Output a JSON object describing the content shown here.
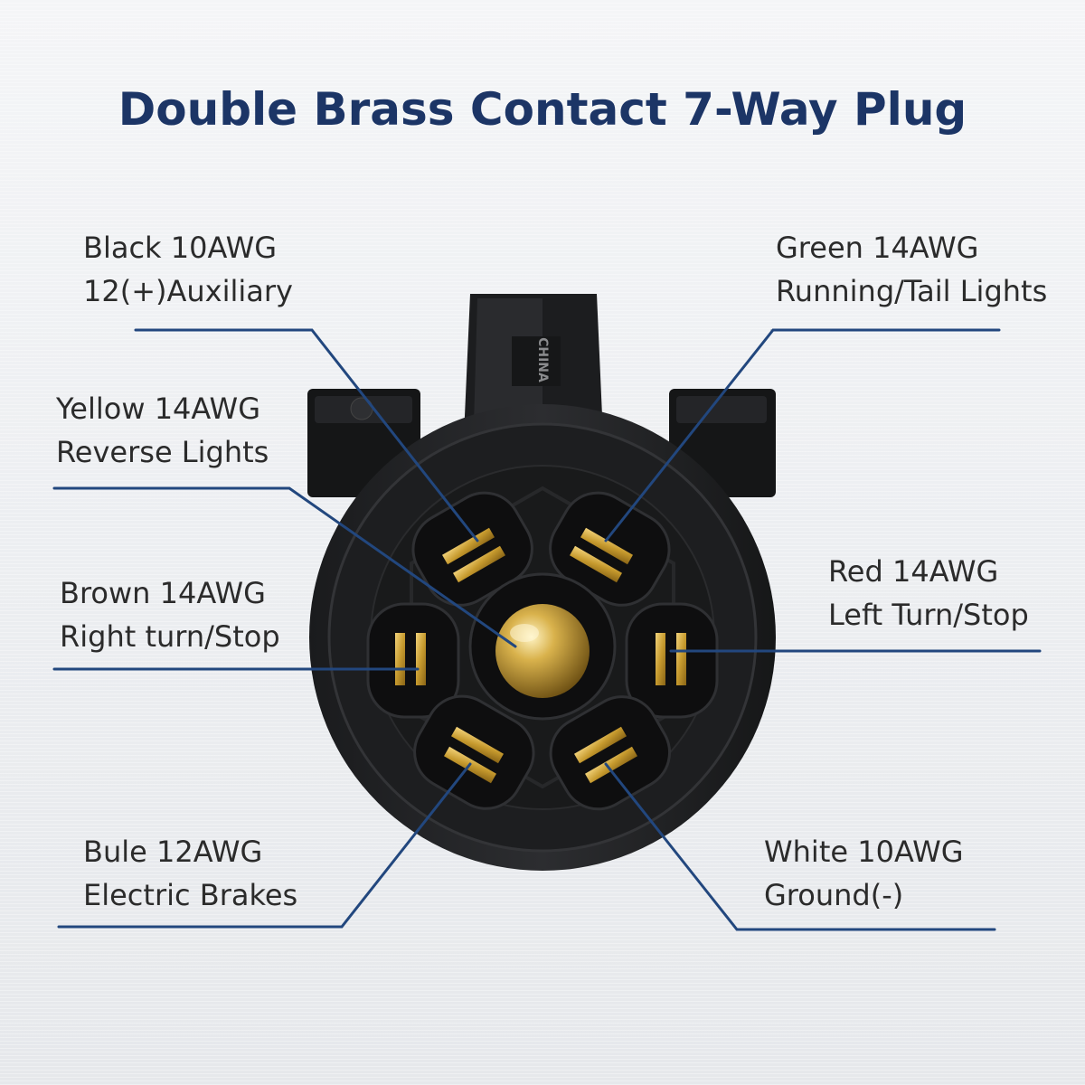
{
  "title": "Double Brass Contact 7-Way Plug",
  "stamp": "CHINA",
  "colors": {
    "title": "#1c3566",
    "leader": "#22477e",
    "brass": "#c9a23a",
    "body": "#1e1f21"
  },
  "labels": {
    "black": {
      "line1": "Black 10AWG",
      "line2": "12(+)Auxiliary"
    },
    "green": {
      "line1": "Green 14AWG",
      "line2": "Running/Tail Lights"
    },
    "yellow": {
      "line1": "Yellow 14AWG",
      "line2": "Reverse Lights"
    },
    "brown": {
      "line1": "Brown 14AWG",
      "line2": "Right turn/Stop"
    },
    "red": {
      "line1": "Red 14AWG",
      "line2": "Left Turn/Stop"
    },
    "blue": {
      "line1": "Bule 12AWG",
      "line2": "Electric Brakes"
    },
    "white": {
      "line1": "White 10AWG",
      "line2": "Ground(-)"
    }
  }
}
